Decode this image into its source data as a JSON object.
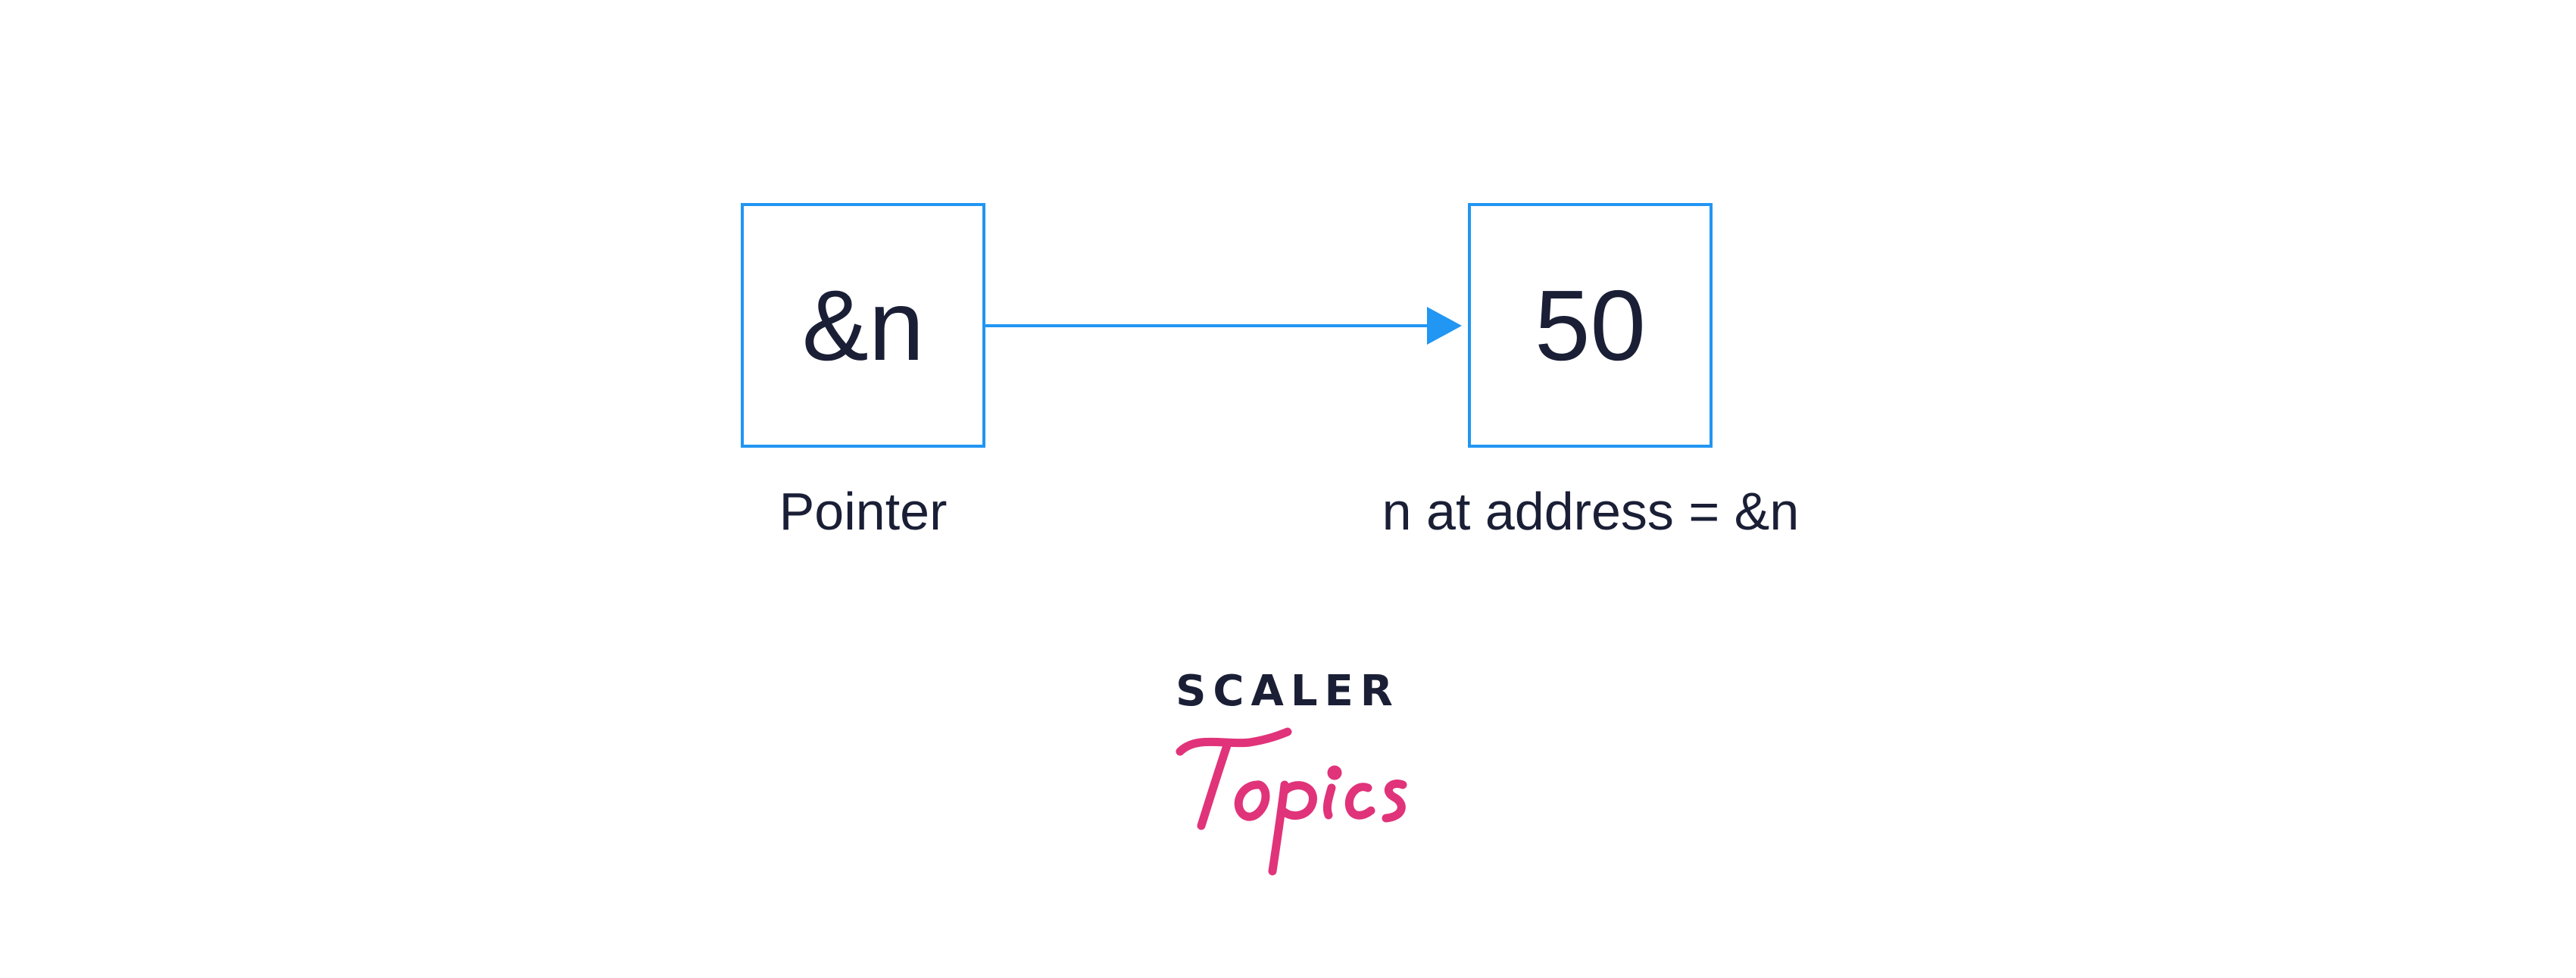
{
  "diagram": {
    "pointer_box": {
      "text": "&n",
      "caption": "Pointer"
    },
    "value_box": {
      "text": "50",
      "caption": "n at address = &n"
    },
    "arrow_color": "#2196f3",
    "border_color": "#2196f3",
    "text_color": "#1a1f36"
  },
  "logo": {
    "line1": "SCALER",
    "line2": "Topics",
    "line1_color": "#1a1f36",
    "line2_color": "#e0337a"
  }
}
